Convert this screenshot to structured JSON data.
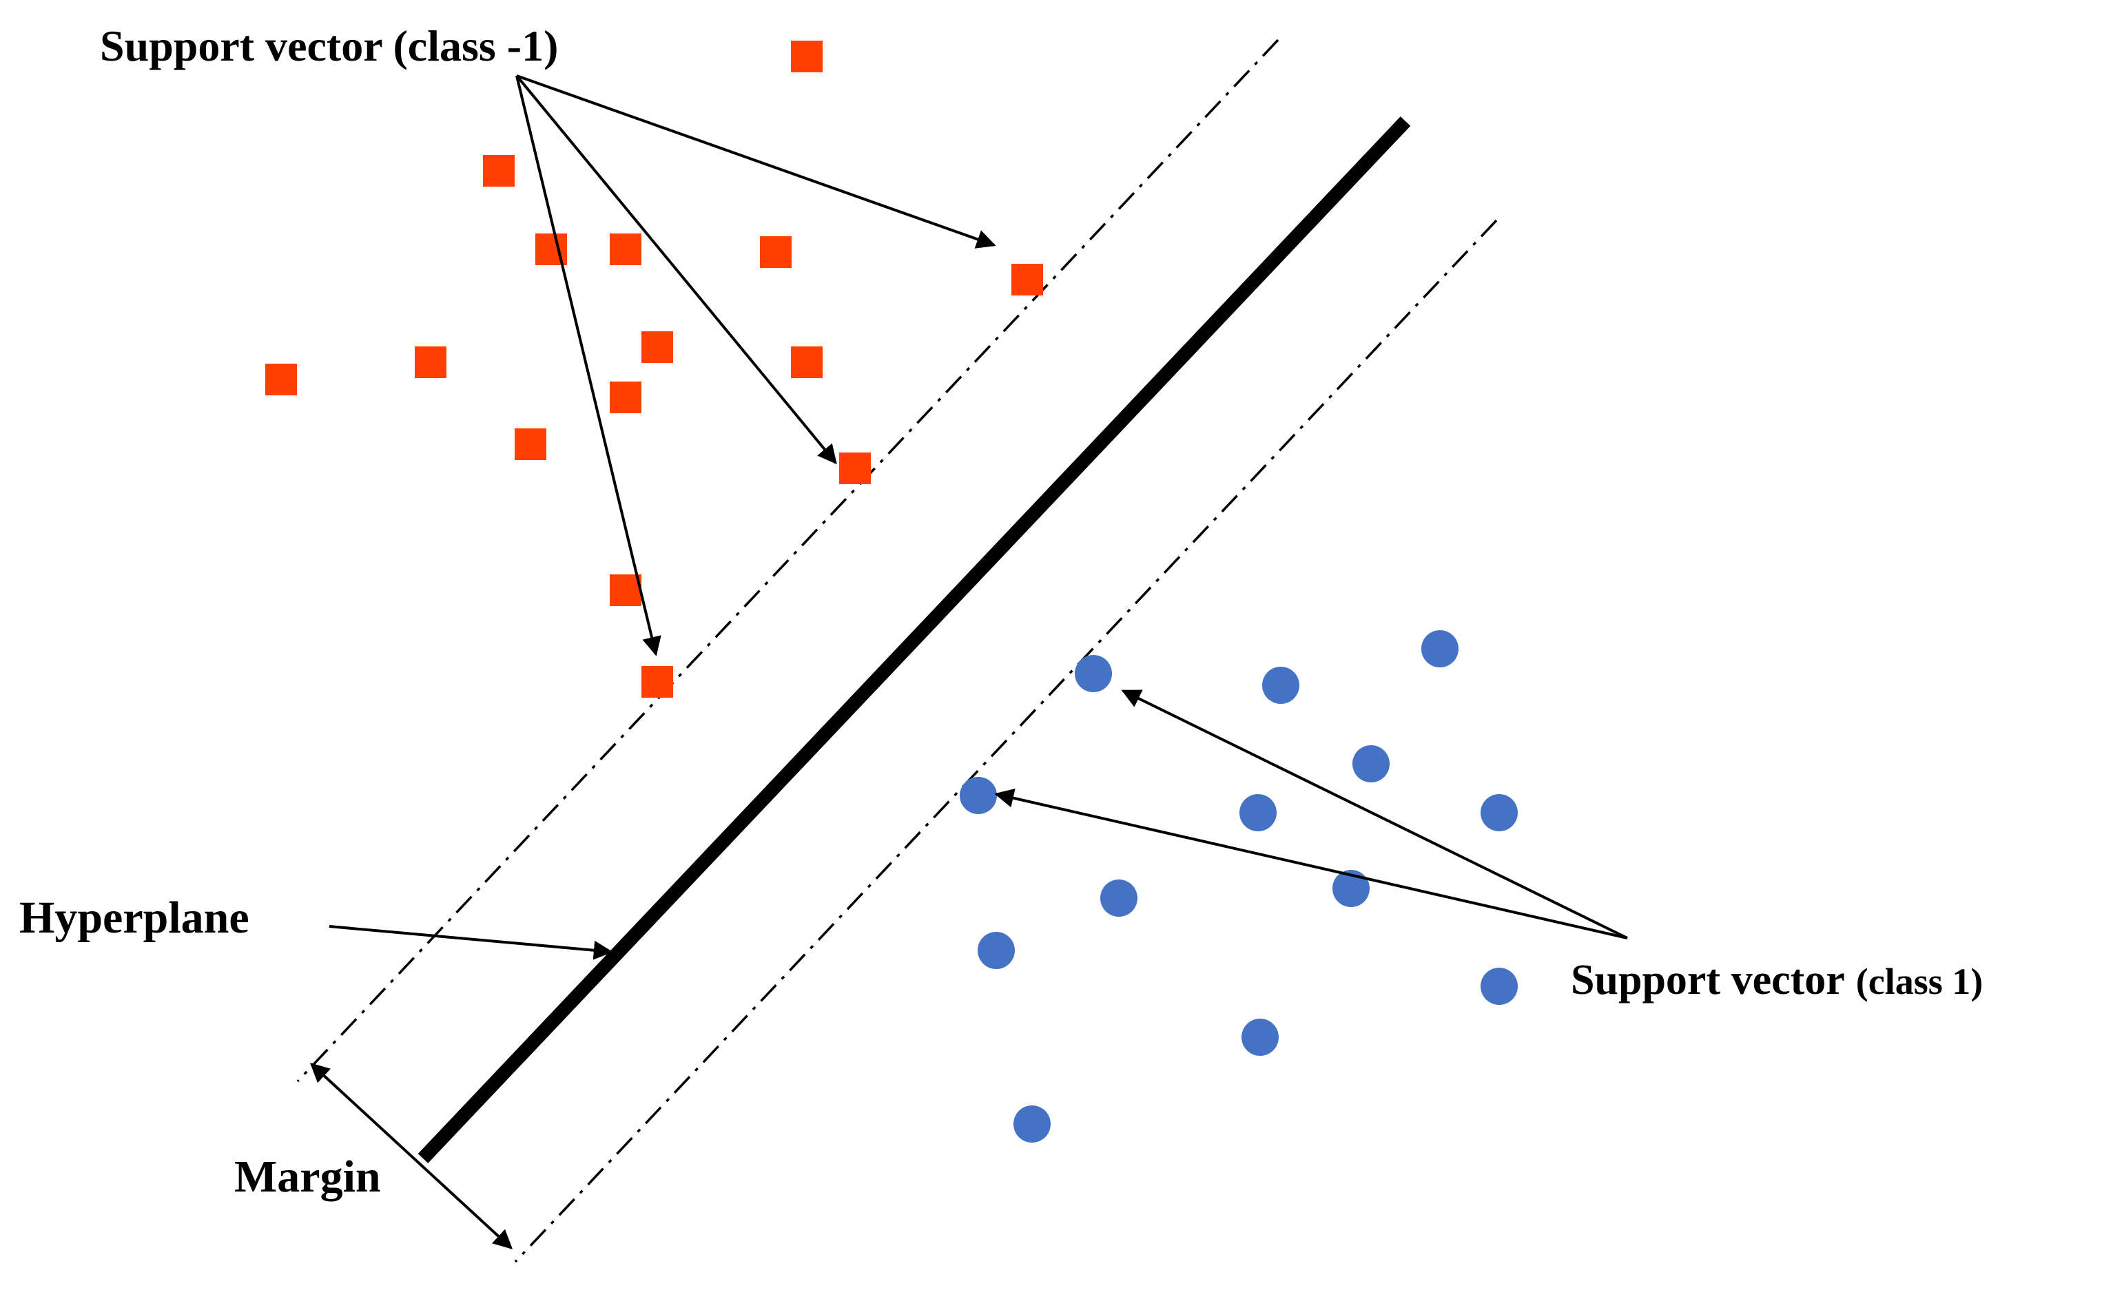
{
  "labels": {
    "support_neg": "Support vector (class -1)",
    "support_pos": "Support vector (class 1)",
    "support_pos_main": "Support vector",
    "support_pos_class": "(class 1)",
    "hyperplane": "Hyperplane",
    "margin": "Margin"
  },
  "colors": {
    "class_neg": "#ff3f00",
    "class_pos": "#4472c4",
    "line": "#000000"
  },
  "markers": {
    "class_neg_shape": "square",
    "class_pos_shape": "circle",
    "hyperplane_style": "solid-thick",
    "margin_style": "dash-dot"
  }
}
